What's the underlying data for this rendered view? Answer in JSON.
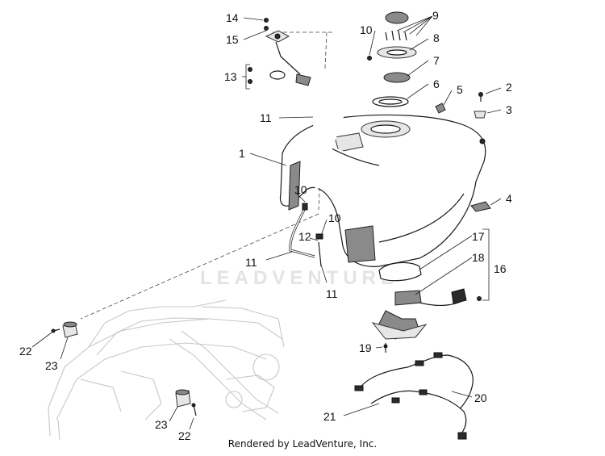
{
  "watermark": "LEADVENTURE",
  "footer": "Rendered by LeadVenture, Inc.",
  "callouts": {
    "c1": "1",
    "c2": "2",
    "c3": "3",
    "c4": "4",
    "c5": "5",
    "c6": "6",
    "c7": "7",
    "c8": "8",
    "c9": "9",
    "c10a": "10",
    "c10b": "10",
    "c10c": "10",
    "c11a": "11",
    "c11b": "11",
    "c11c": "11",
    "c12": "12",
    "c13": "13",
    "c14": "14",
    "c15": "15",
    "c16": "16",
    "c17": "17",
    "c18": "18",
    "c19": "19",
    "c20": "20",
    "c21": "21",
    "c22a": "22",
    "c22b": "22",
    "c23a": "23",
    "c23b": "23"
  }
}
